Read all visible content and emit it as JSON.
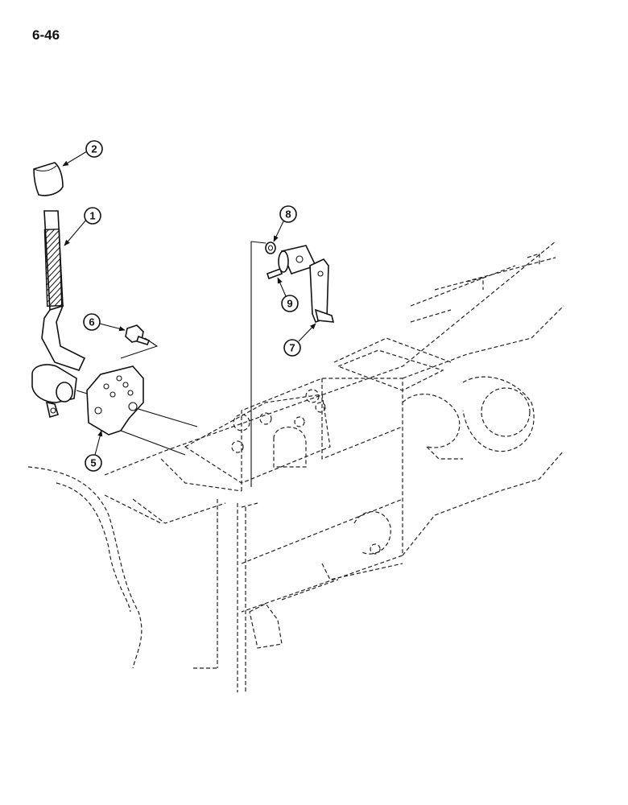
{
  "page_number": "6-46",
  "callouts": {
    "c1": "1",
    "c2": "2",
    "c5": "5",
    "c6": "6",
    "c7": "7",
    "c8": "8",
    "c9": "9"
  }
}
